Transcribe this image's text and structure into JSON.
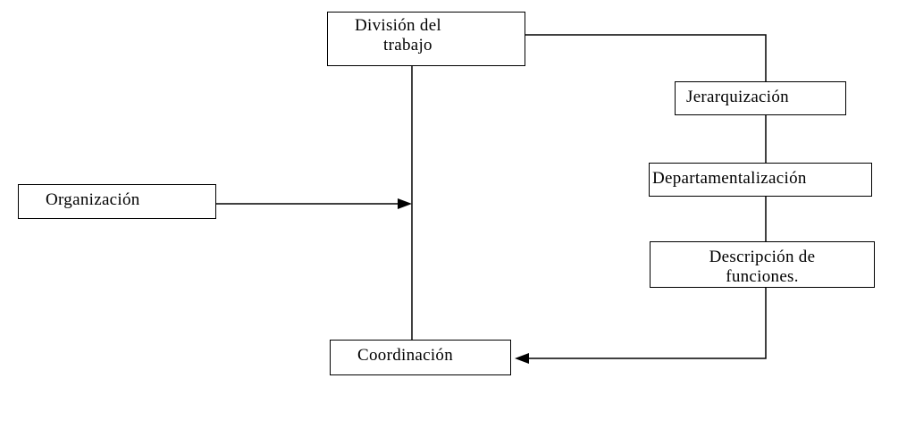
{
  "diagram": {
    "nodes": {
      "division": {
        "line1": "División del",
        "line2": "trabajo"
      },
      "jerarquizacion": {
        "label": "Jerarquización"
      },
      "departamentalizacion": {
        "label": "Departamentalización"
      },
      "descripcion": {
        "line1": "Descripción de",
        "line2": "funciones."
      },
      "organizacion": {
        "label": "Organización"
      },
      "coordinacion": {
        "label": "Coordinación"
      }
    },
    "colors": {
      "line": "#000000",
      "box_border": "#000000",
      "background": "#ffffff"
    }
  }
}
